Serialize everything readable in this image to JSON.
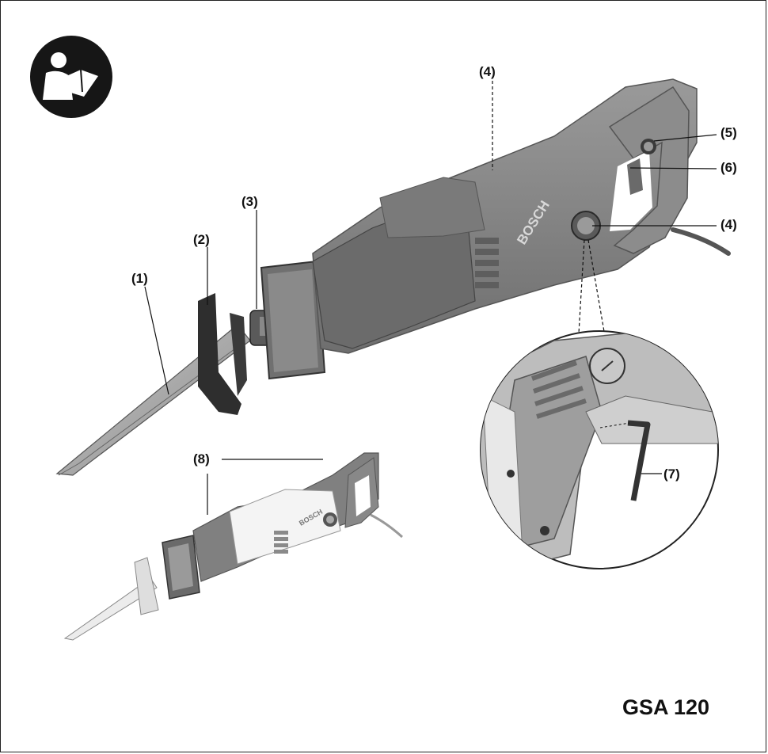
{
  "callouts": {
    "c1": "(1)",
    "c2": "(2)",
    "c3": "(3)",
    "c4_top": "(4)",
    "c5": "(5)",
    "c6": "(6)",
    "c4_right": "(4)",
    "c7": "(7)",
    "c8": "(8)"
  },
  "brand": "BOSCH",
  "model": "GSA 120",
  "icons": {
    "manual": "read-manual-icon"
  }
}
